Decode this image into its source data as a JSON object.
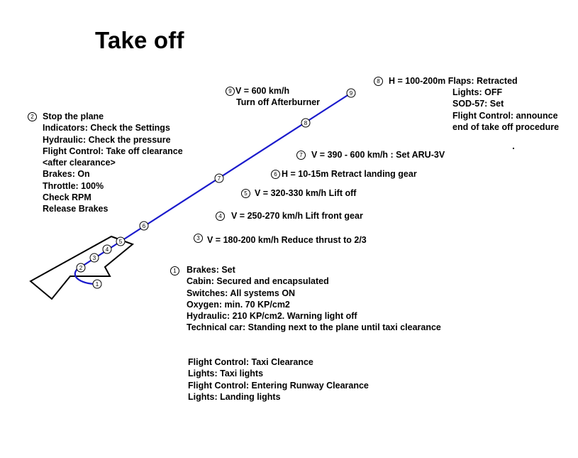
{
  "title": "Take off",
  "colors": {
    "path_line": "#1a1acc",
    "outline": "#000000"
  },
  "steps": {
    "s1": {
      "num": "1",
      "lines": [
        "Brakes: Set",
        "Cabin: Secured and encapsulated",
        "Switches: All systems ON",
        "Oxygen: min. 70 KP/cm2",
        "Hydraulic: 210 KP/cm2. Warning light off",
        "Technical car: Standing next to the plane until taxi clearance"
      ],
      "lines_b": [
        "Flight Control: Taxi Clearance",
        "Lights: Taxi lights",
        "Flight Control: Entering Runway   Clearance",
        "Lights: Landing lights"
      ]
    },
    "s2": {
      "num": "2",
      "lines": [
        "Stop the plane",
        "Indicators: Check the Settings",
        "Hydraulic: Check the pressure",
        "Flight Control: Take off clearance",
        "<after clearance>",
        "Brakes: On",
        "Throttle: 100%",
        "Check RPM",
        "Release Brakes"
      ]
    },
    "s3": {
      "num": "3",
      "text": "V = 180-200 km/h Reduce thrust to 2/3"
    },
    "s4": {
      "num": "4",
      "text": "V = 250-270 km/h Lift front gear"
    },
    "s5": {
      "num": "5",
      "text": "V = 320-330 km/h Lift off"
    },
    "s6": {
      "num": "6",
      "text": "H = 10-15m Retract landing gear"
    },
    "s7": {
      "num": "7",
      "text": "V = 390 - 600 km/h : Set ARU-3V"
    },
    "s8": {
      "num": "8",
      "head": "H = 100-200m Flaps: Retracted",
      "lines": [
        "Lights: OFF",
        "SOD-57: Set",
        "Flight Control: announce",
        "end of take off procedure"
      ]
    },
    "s9": {
      "num": "9",
      "head": "V = 600 km/h",
      "sub": "Turn off Afterburner"
    }
  },
  "markers": [
    "1",
    "2",
    "3",
    "4",
    "5",
    "6",
    "7",
    "8",
    "9"
  ]
}
